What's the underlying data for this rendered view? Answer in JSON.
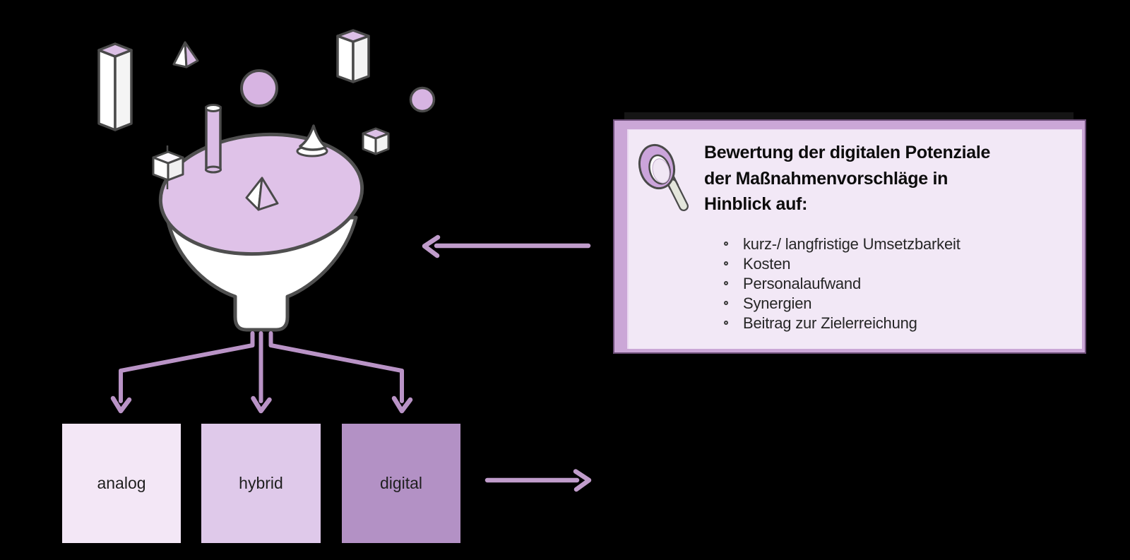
{
  "background_color": "#000000",
  "panel": {
    "title_lines": [
      "Bewertung der digitalen Potenziale",
      "der Maßnahmenvorschläge in",
      "Hinblick auf:"
    ],
    "bullets": [
      "kurz-/ langfristige Umsetzbarkeit",
      "Kosten",
      "Personalaufwand",
      "Synergien",
      "Beitrag zur Zielerreichung"
    ],
    "icon": "magnifier-icon",
    "body_color": "#F2E8F6",
    "bevel_color": "#CBA7D7",
    "border_color": "#6D4F79"
  },
  "funnel_boxes": [
    {
      "label": "analog",
      "color": "#F3E7F6"
    },
    {
      "label": "hybrid",
      "color": "#DFC9EA"
    },
    {
      "label": "digital",
      "color": "#B391C5"
    }
  ],
  "illustration": {
    "name": "funnel-with-falling-shapes",
    "funnel_color": "#DFC2E8",
    "shape_color": "#D7B4E2",
    "outline_color": "#4A4A4A"
  },
  "arrows": {
    "connector_color": "#B993C6",
    "horizontal_color": "#C09CCB",
    "directions": [
      "down-to-analog",
      "down-to-hybrid",
      "down-to-digital",
      "left-to-funnel",
      "right-from-digital"
    ]
  }
}
